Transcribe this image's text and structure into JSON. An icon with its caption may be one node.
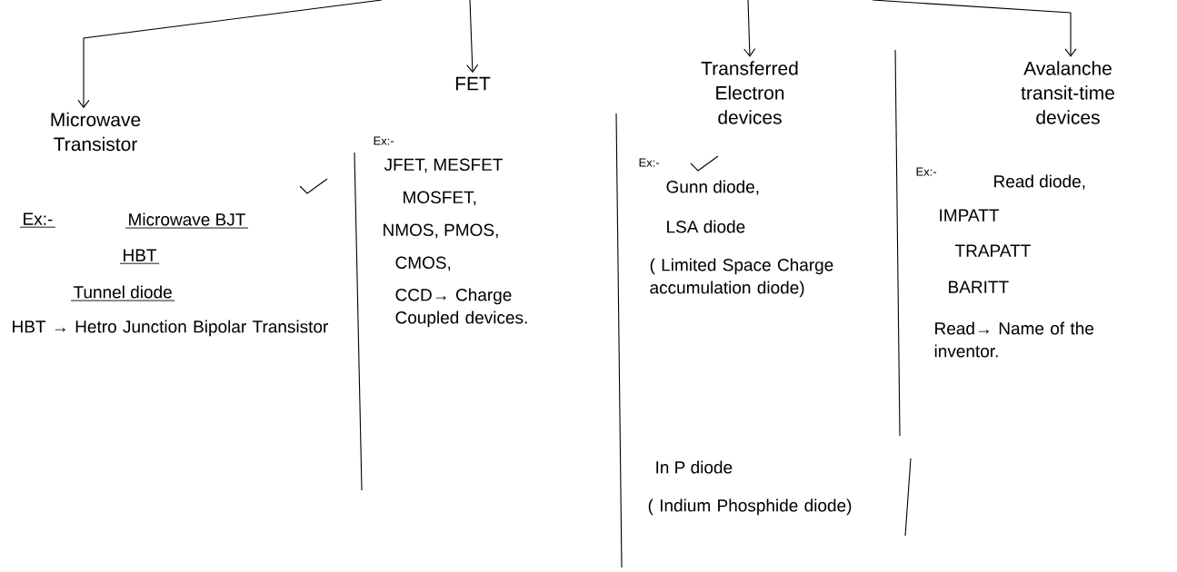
{
  "diagram": {
    "nodes": [
      {
        "text": [
          "Microwave Transistor"
        ]
      },
      {
        "text": [
          "FET"
        ]
      },
      {
        "text": [
          "Transferred Electron devices"
        ]
      },
      {
        "text": [
          "Avalanche transit-time devices"
        ]
      }
    ],
    "edges": [
      {
        "from": null,
        "to": 0,
        "arrow": "to"
      },
      {
        "from": null,
        "to": 1,
        "arrow": "to"
      },
      {
        "from": null,
        "to": 2,
        "arrow": "to"
      },
      {
        "from": null,
        "to": 3,
        "arrow": "to"
      }
    ],
    "labels": [
      "Ex:-",
      "Microwave BJT",
      "HBT",
      "Tunnel diode",
      "HBT → Hetro Junction Bipolar Transistor",
      "Ex:-",
      "JFET, MESFET",
      "MOSFET,",
      "NMOS, PMOS,",
      "CMOS,",
      "CCD→ Charge Coupled devices.",
      "Ex:-",
      "Gunn diode,",
      "LSA diode",
      "( Limited Space Charge accumulation diode)",
      "In P diode",
      "( Indium Phosphide diode)",
      "Ex:-",
      "Read diode,",
      "IMPATT",
      "TRAPATT",
      "BARITT",
      "Read→ Name of the inventor."
    ]
  }
}
